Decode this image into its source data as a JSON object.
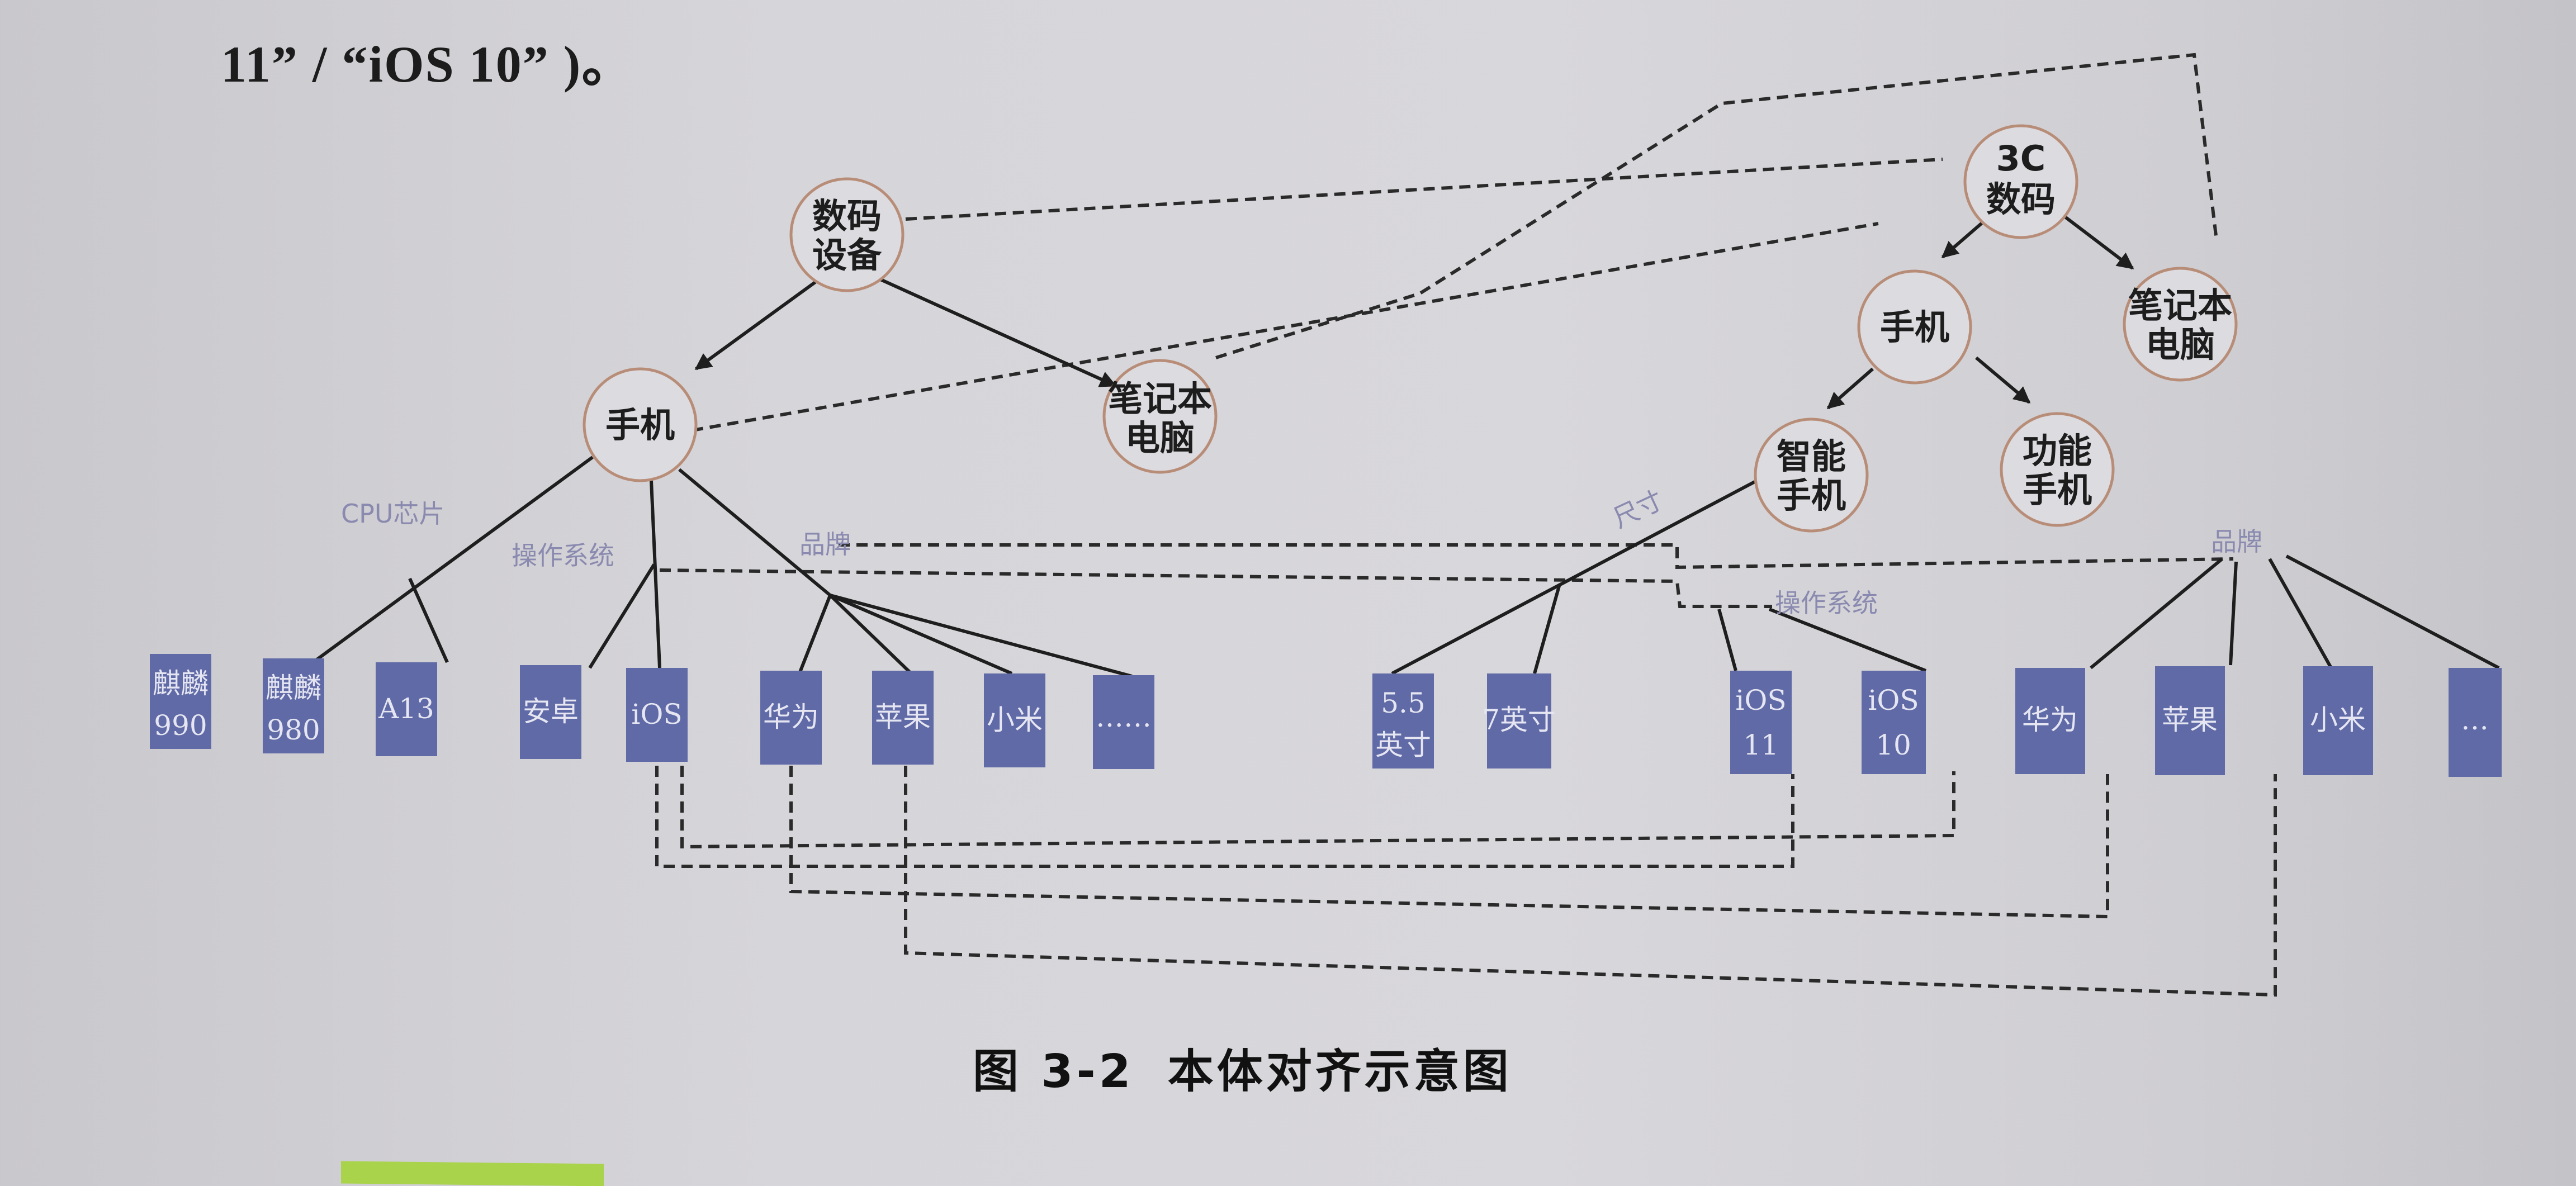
{
  "page": {
    "top_text": "11” / “iOS 10” )。",
    "caption_number": "图 3-2",
    "caption_title": "本体对齐示意图"
  },
  "left_ontology": {
    "root": "数码设备",
    "root_lines": [
      "数码",
      "设备"
    ],
    "phone": "手机",
    "laptop_lines": [
      "笔记本",
      "电脑"
    ],
    "relations": {
      "cpu": "CPU芯片",
      "os": "操作系统",
      "brand": "品牌"
    },
    "leaves": [
      {
        "lines": [
          "麒麟",
          "990"
        ]
      },
      {
        "lines": [
          "麒麟",
          "980"
        ]
      },
      {
        "lines": [
          "A13"
        ]
      },
      {
        "lines": [
          "安卓"
        ]
      },
      {
        "lines": [
          "iOS"
        ]
      },
      {
        "lines": [
          "华为"
        ]
      },
      {
        "lines": [
          "苹果"
        ]
      },
      {
        "lines": [
          "小米"
        ]
      },
      {
        "lines": [
          "……"
        ]
      }
    ]
  },
  "right_ontology": {
    "root_lines": [
      "3C",
      "数码"
    ],
    "phone": "手机",
    "laptop_lines": [
      "笔记本",
      "电脑"
    ],
    "smartphone_lines": [
      "智能",
      "手机"
    ],
    "featurephone_lines": [
      "功能",
      "手机"
    ],
    "relations": {
      "size": "尺寸",
      "os": "操作系统",
      "brand": "品牌"
    },
    "leaves": [
      {
        "lines": [
          "5.5",
          "英寸"
        ]
      },
      {
        "lines": [
          "7英寸"
        ]
      },
      {
        "lines": [
          "iOS",
          "11"
        ]
      },
      {
        "lines": [
          "iOS",
          "10"
        ]
      },
      {
        "lines": [
          "华为"
        ]
      },
      {
        "lines": [
          "苹果"
        ]
      },
      {
        "lines": [
          "小米"
        ]
      },
      {
        "lines": [
          "…"
        ]
      }
    ]
  },
  "colors": {
    "leaf_fill": "#5f6aa6",
    "node_stroke": "#b88d78",
    "relation_label": "#8a8ab0",
    "edge": "#1e1e1e"
  }
}
